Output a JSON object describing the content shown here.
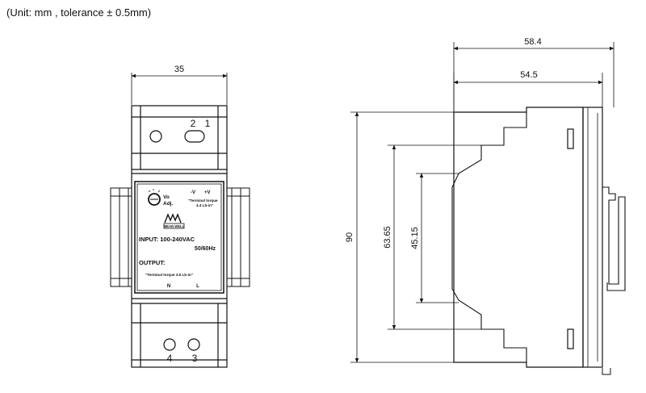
{
  "header": {
    "note": "(Unit: mm , tolerance ± 0.5mm)"
  },
  "front_view": {
    "width_dim": "35",
    "terminals_top": [
      "2",
      "1"
    ],
    "terminals_bottom": [
      "4",
      "3"
    ],
    "label": {
      "vo_adj": [
        "Vo",
        "Adj."
      ],
      "output_polarity": [
        "-V",
        "+V"
      ],
      "torque_top": [
        "\"Terminal torque",
        "4.4 Lb-in\""
      ],
      "brand": "MEAN WELL",
      "input": "INPUT: 100-240VAC",
      "frequency": "50/60Hz",
      "output_title": "OUTPUT:",
      "torque_bottom": "\"Terminal torque 3.5 Lb-in\"",
      "input_terminals": [
        "N",
        "L"
      ]
    }
  },
  "side_view": {
    "dim_overall_depth": "58.4",
    "dim_depth": "54.5",
    "dim_height": "90",
    "dim_middle": "63.65",
    "dim_inner": "45.15"
  }
}
